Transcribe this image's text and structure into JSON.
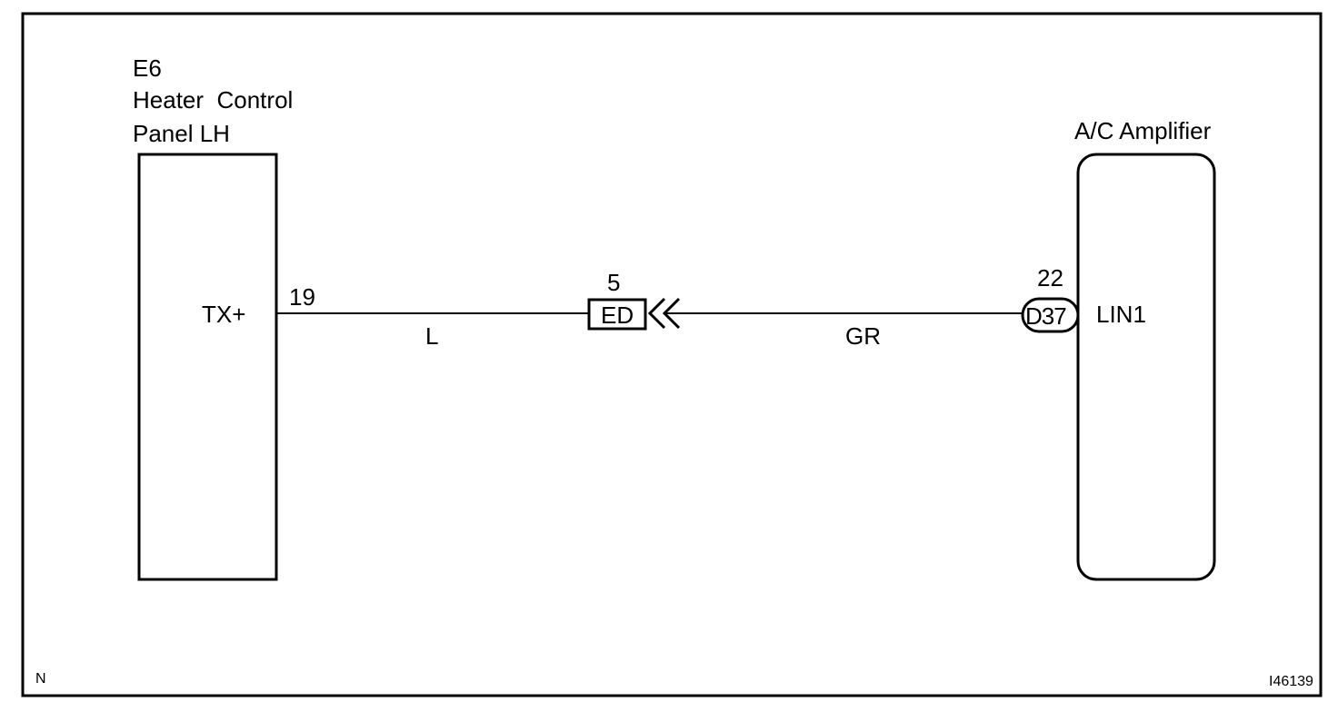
{
  "left_component": {
    "code": "E6",
    "name_line1": "Heater  Control",
    "name_line2": "Panel LH",
    "terminal_name": "TX+",
    "pin": "19"
  },
  "right_component": {
    "name": "A/C Amplifier",
    "terminal_name": "LIN1",
    "pin": "22",
    "connector": "D37"
  },
  "junction": {
    "pin": "5",
    "connector": "ED"
  },
  "wires": {
    "left_color": "L",
    "right_color": "GR"
  },
  "corner": {
    "left_mark": "N",
    "figure_id": "I46139"
  }
}
